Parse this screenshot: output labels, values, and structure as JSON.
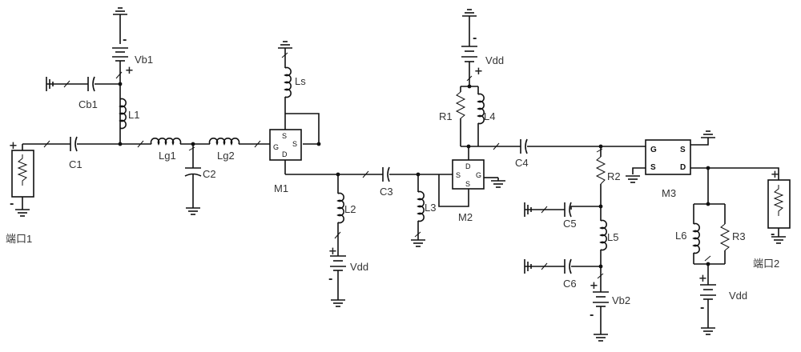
{
  "labels": {
    "vb1": "Vb1",
    "cb1": "Cb1",
    "l1": "L1",
    "c1": "C1",
    "lg1": "Lg1",
    "lg2": "Lg2",
    "c2": "C2",
    "ls": "Ls",
    "m1": "M1",
    "l2": "L2",
    "vdd_l2": "Vdd",
    "c3": "C3",
    "l3": "L3",
    "m2": "M2",
    "r1": "R1",
    "l4": "L4",
    "vdd_top": "Vdd",
    "c4": "C4",
    "r2": "R2",
    "c5": "C5",
    "l5": "L5",
    "c6": "C6",
    "vb2": "Vb2",
    "m3": "M3",
    "l6": "L6",
    "r3": "R3",
    "vdd_m3": "Vdd",
    "port1": "端口1",
    "port2": "端口2"
  },
  "signs": {
    "plus": "+",
    "minus": "-"
  },
  "pins": {
    "g": "G",
    "s": "S",
    "d": "D"
  }
}
